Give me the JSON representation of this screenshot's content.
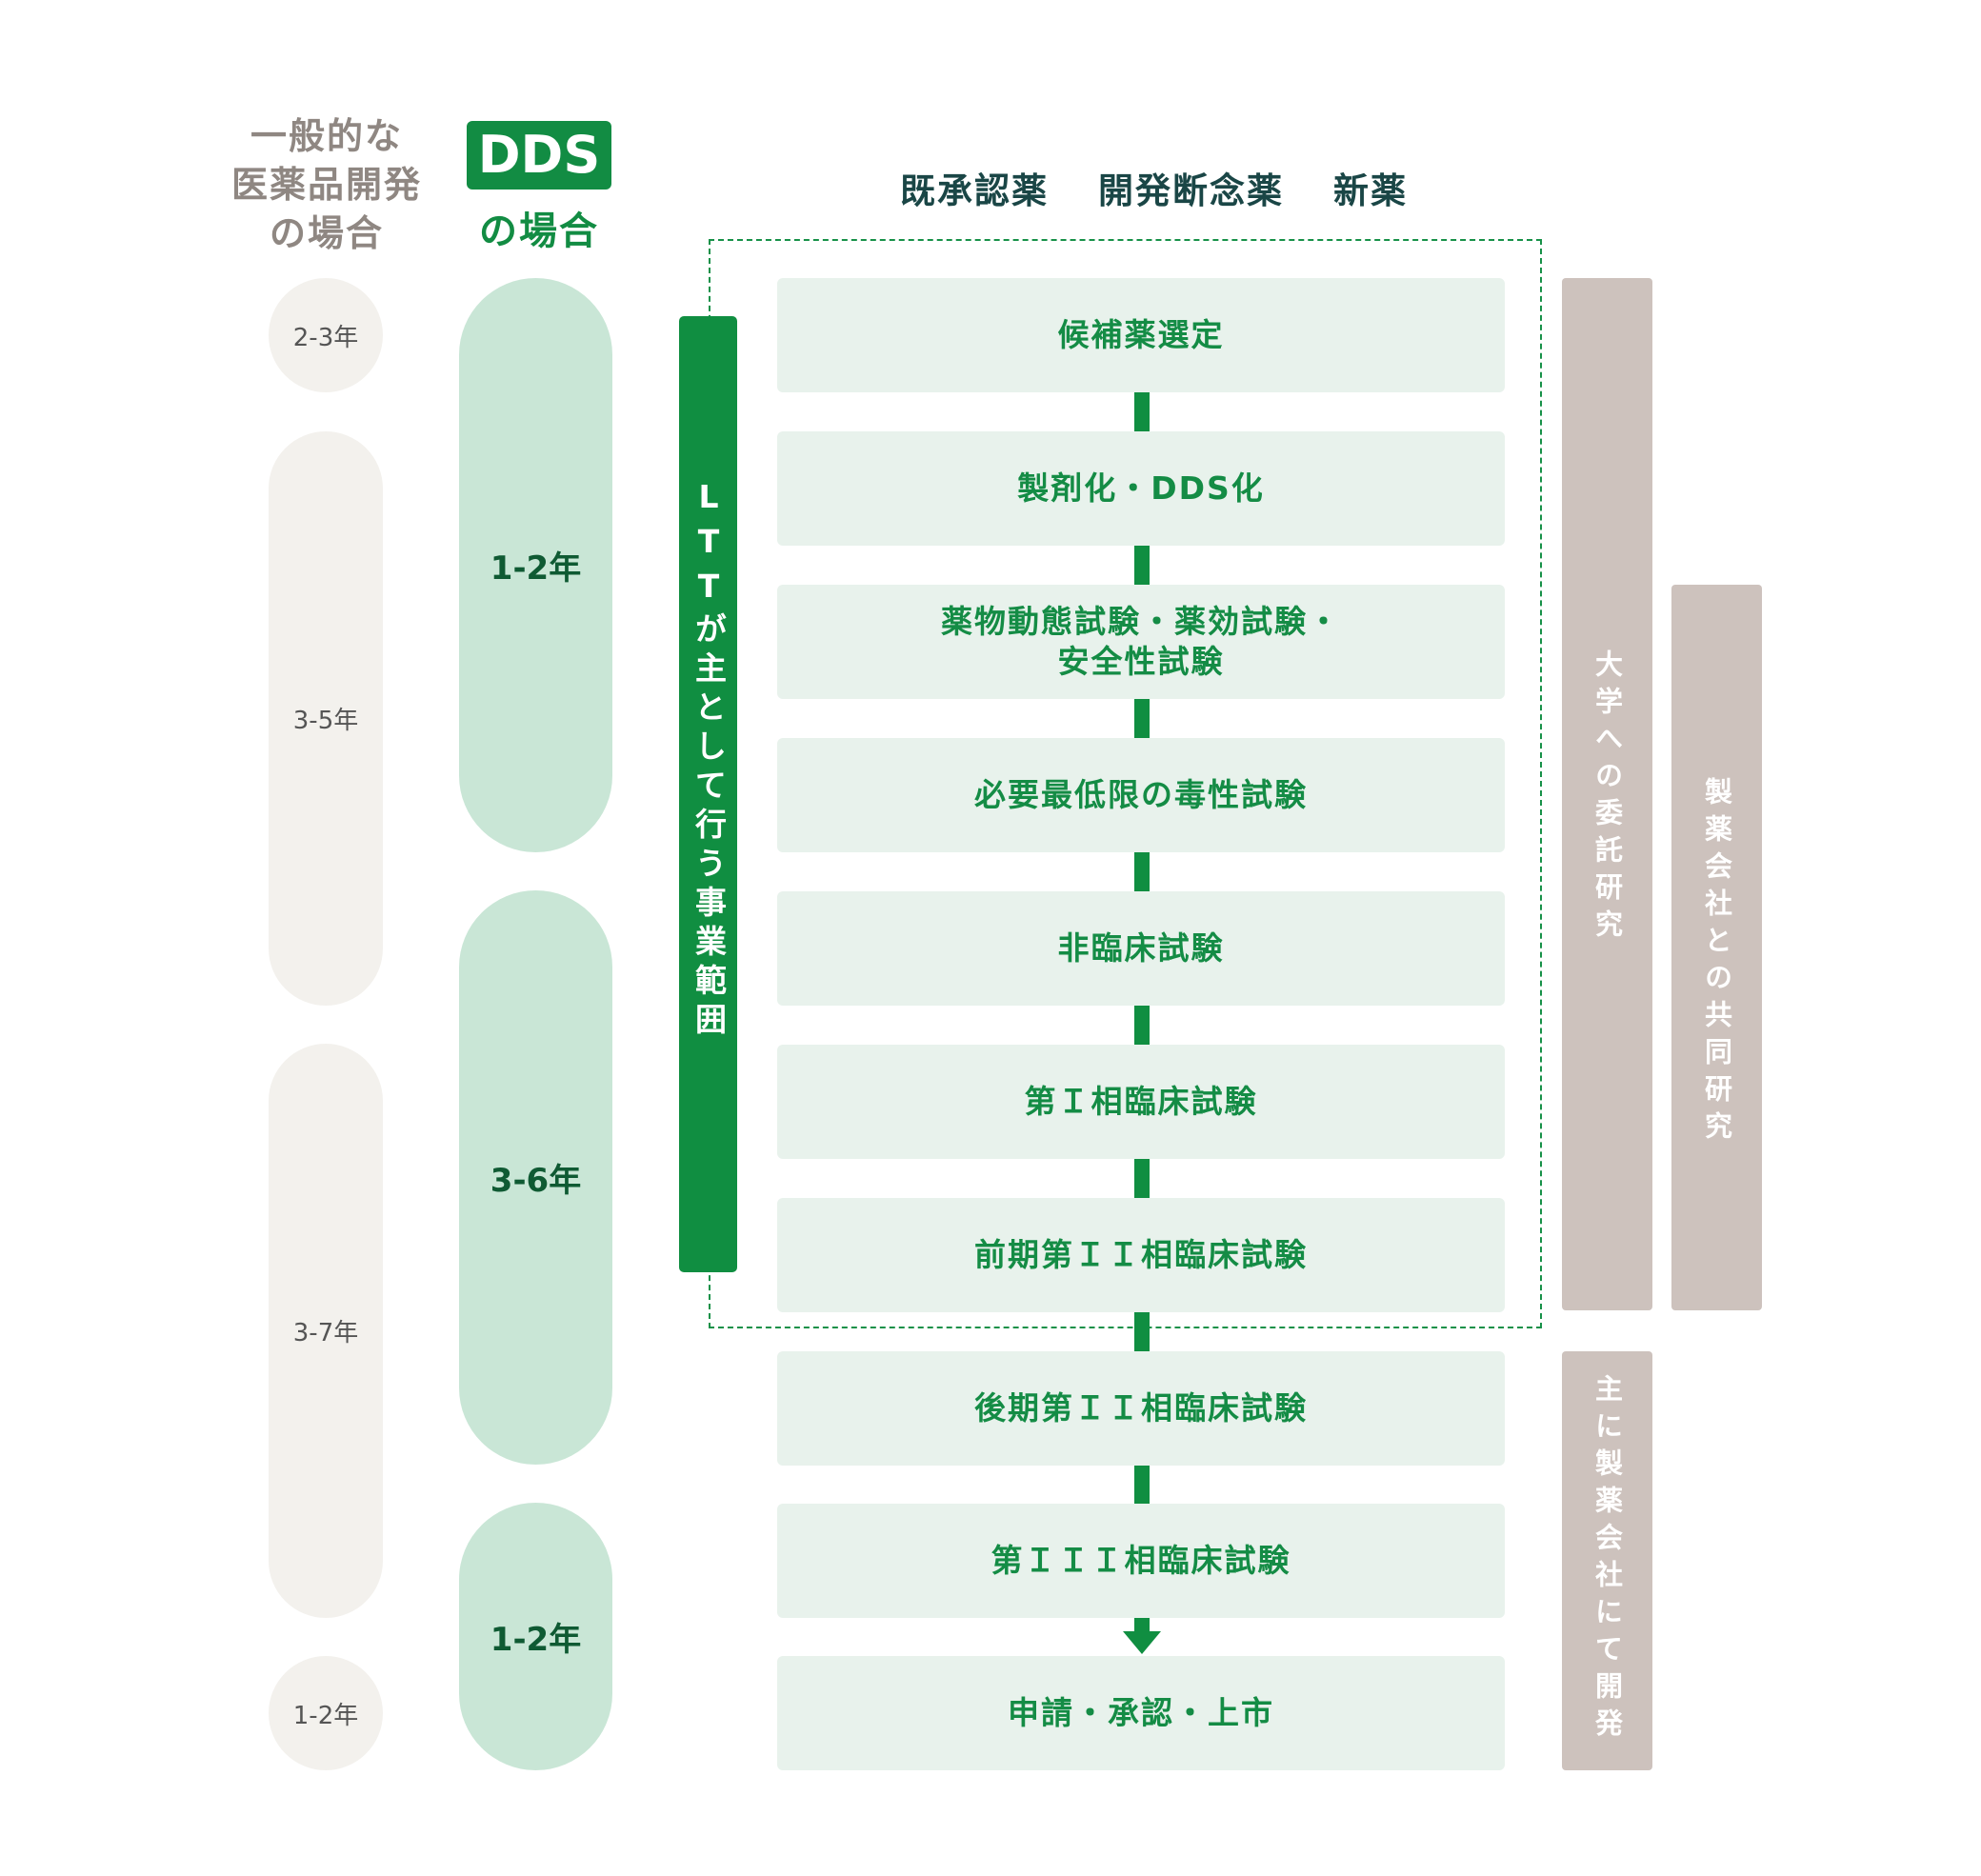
{
  "header": {
    "general_lines": [
      "一般的な",
      "医薬品開発",
      "の場合"
    ],
    "dds_badge": "DDS",
    "dds_sub": "の場合",
    "categories": [
      "既承認薬",
      "開発断念薬",
      "新薬"
    ]
  },
  "general_periods": [
    "2-3年",
    "3-5年",
    "3-7年",
    "1-2年"
  ],
  "dds_periods": [
    "1-2年",
    "3-6年",
    "1-2年"
  ],
  "ltt_label": "LTTが主として行う事業範囲",
  "steps": [
    {
      "lines": [
        "候補薬選定"
      ]
    },
    {
      "lines": [
        "製剤化・DDS化"
      ]
    },
    {
      "lines": [
        "薬物動態試験・薬効試験・",
        "安全性試験"
      ]
    },
    {
      "lines": [
        "必要最低限の毒性試験"
      ]
    },
    {
      "lines": [
        "非臨床試験"
      ]
    },
    {
      "lines": [
        "第Ｉ相臨床試験"
      ]
    },
    {
      "lines": [
        "前期第ＩＩ相臨床試験"
      ]
    },
    {
      "lines": [
        "後期第ＩＩ相臨床試験"
      ]
    },
    {
      "lines": [
        "第ＩＩＩ相臨床試験"
      ]
    },
    {
      "lines": [
        "申請・承認・上市"
      ]
    }
  ],
  "side_labels": {
    "university": "大学への委託研究",
    "joint": "製薬会社との共同研究",
    "pharma": "主に製薬会社にて開発"
  },
  "colors": {
    "green": "#108e41",
    "light_green_box": "#e8f2ec",
    "dds_pill": "#c9e6d6",
    "general_pill": "#f3f1ed",
    "side_bar": "#cdc2bd",
    "header_dark": "#1a4646"
  }
}
